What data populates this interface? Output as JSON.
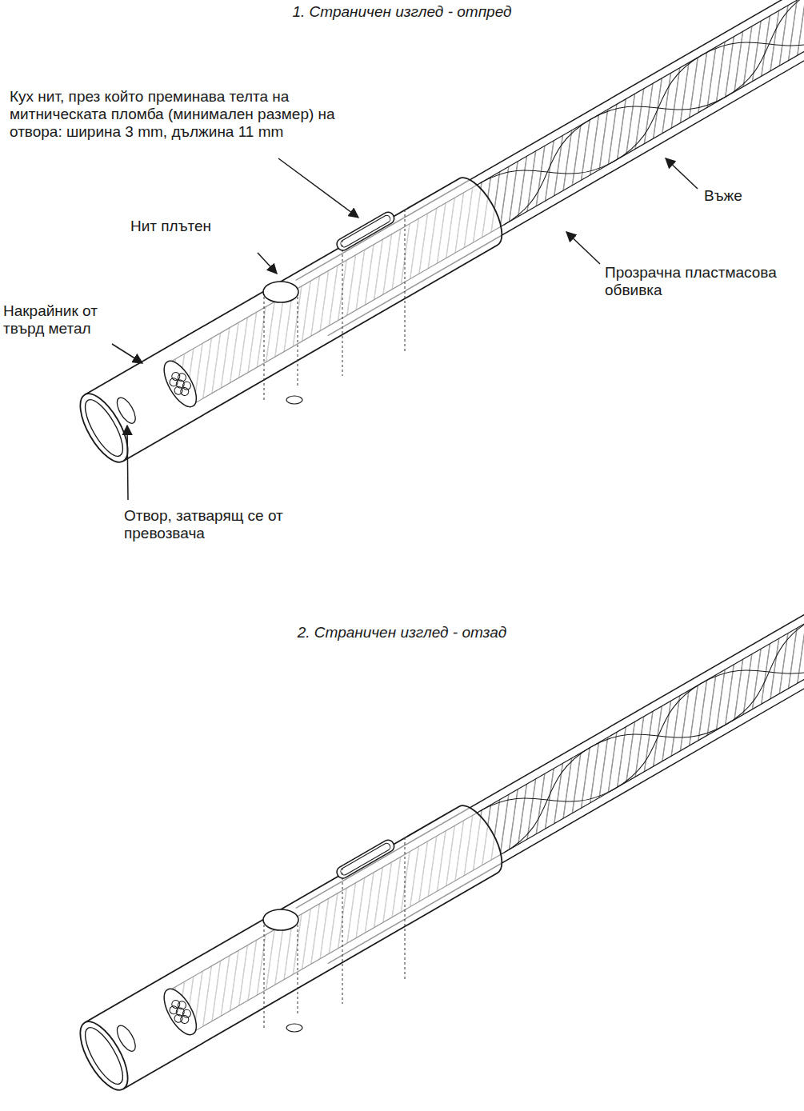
{
  "diagram": {
    "labels": [
      "1. Страничен изглед - отпред",
      "Кух нит, през който преминава телта на митническата пломба (минимален размер) на отвора: ширина 3 mm, дължина 11 mm",
      "Въже",
      "Нит плътен",
      "Прозрачна пластмасова обвивка",
      "Накрайник от твърд метал",
      "Отвор, затварящ се от превозвача",
      "2. Страничен изглед - отзад"
    ]
  }
}
